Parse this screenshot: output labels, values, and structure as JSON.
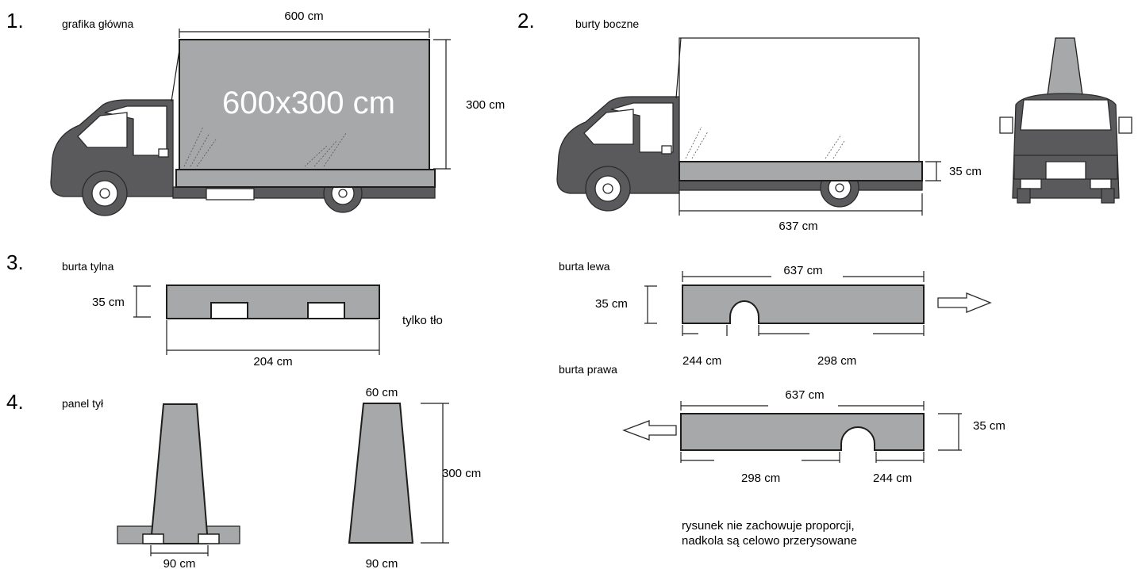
{
  "sections": [
    {
      "number": "1.",
      "title": "grafika główna"
    },
    {
      "number": "2.",
      "title": "burty boczne"
    },
    {
      "number": "3.",
      "title": "burta tylna"
    },
    {
      "number": "4.",
      "title": "panel tył"
    }
  ],
  "main_graphic": {
    "width_label": "600 cm",
    "height_label": "300 cm",
    "center_label": "600x300 cm"
  },
  "side_panels": {
    "height_label": "35 cm",
    "length_label": "637 cm"
  },
  "left_side": {
    "title": "burta lewa",
    "length_label": "637 cm",
    "height_label": "35 cm",
    "front_label": "244 cm",
    "rear_label": "298 cm"
  },
  "right_side": {
    "title": "burta prawa",
    "length_label": "637 cm",
    "height_label": "35 cm",
    "rear_label": "298 cm",
    "front_label": "244 cm"
  },
  "rear_panel": {
    "height_label": "35 cm",
    "width_label": "204 cm",
    "note": "tylko tło"
  },
  "back_panel": {
    "top_label": "60 cm",
    "height_label": "300 cm",
    "bottom_label_a": "90 cm",
    "bottom_label_b": "90 cm"
  },
  "footnote": {
    "line1": "rysunek nie zachowuje proporcji,",
    "line2": "nadkola są celowo przerysowane"
  },
  "colors": {
    "panel": "#a7a8a9",
    "stroke": "#1d1d1b",
    "background": "#ffffff"
  }
}
